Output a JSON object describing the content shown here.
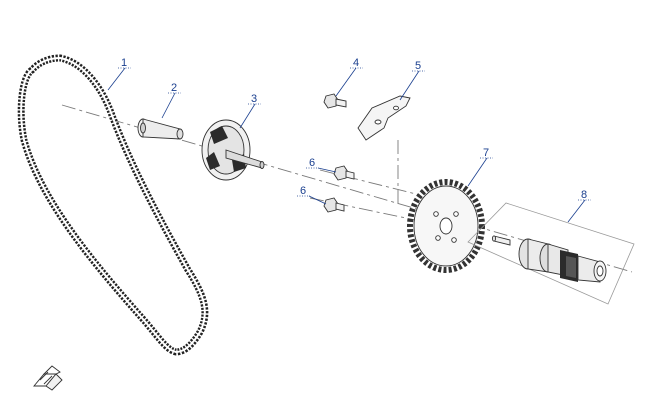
{
  "callouts": [
    {
      "id": "1",
      "label": "1"
    },
    {
      "id": "2",
      "label": "2"
    },
    {
      "id": "3",
      "label": "3"
    },
    {
      "id": "4",
      "label": "4"
    },
    {
      "id": "5",
      "label": "5"
    },
    {
      "id": "6a",
      "label": "6"
    },
    {
      "id": "6b",
      "label": "6"
    },
    {
      "id": "7",
      "label": "7"
    },
    {
      "id": "8",
      "label": "8"
    }
  ],
  "colors": {
    "callout": "#1a3f8f",
    "line": "#333333",
    "axis": "#7a7a7a",
    "fill_light": "#f2f2f2",
    "fill_mid": "#d8d8d8",
    "fill_dark": "#2b2b2b"
  },
  "icons": {
    "orientation": "view-orientation-icon"
  }
}
